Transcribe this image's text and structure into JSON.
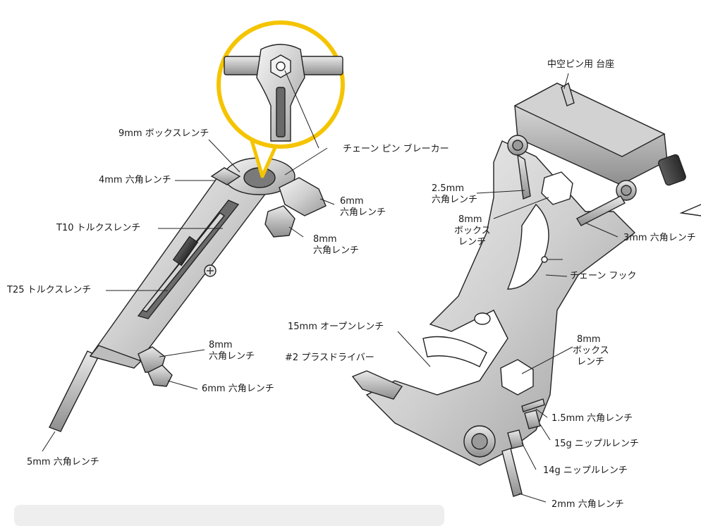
{
  "colors": {
    "highlight_ring": "#f5c400",
    "metal_light": "#e4e4e4",
    "metal_mid": "#b9b9b9",
    "metal_dark": "#6c6c6c",
    "outline": "#222222",
    "label": "#1a1a1a"
  },
  "left_tool": {
    "labels": {
      "box_9mm": "9mm ボックスレンチ",
      "hex_4mm": "4mm 六角レンチ",
      "torx_t10": "T10 トルクスレンチ",
      "torx_t25": "T25 トルクスレンチ",
      "hex_6mm_top_1": "6mm",
      "hex_6mm_top_2": "六角レンチ",
      "hex_8mm_top_1": "8mm",
      "hex_8mm_top_2": "六角レンチ",
      "hex_8mm_bottom_1": "8mm",
      "hex_8mm_bottom_2": "六角レンチ",
      "hex_6mm_bottom": "6mm 六角レンチ",
      "hex_5mm": "5mm 六角レンチ"
    }
  },
  "center": {
    "chain_pin_breaker": "チェーン ピン ブレーカー"
  },
  "right_tool": {
    "labels": {
      "hollow_pin_base": "中空ピン用 台座",
      "hex_2_5mm_1": "2.5mm",
      "hex_2_5mm_2": "六角レンチ",
      "box_8mm_top_1": "8mm",
      "box_8mm_top_2": "ボックス",
      "box_8mm_top_3": "レンチ",
      "hex_3mm": "3mm 六角レンチ",
      "chain_hook": "チェーン フック",
      "open_15mm": "15mm オープンレンチ",
      "phillips_2": "#2 プラスドライバー",
      "box_8mm_bottom_1": "8mm",
      "box_8mm_bottom_2": "ボックス",
      "box_8mm_bottom_3": "レンチ",
      "hex_1_5mm": "1.5mm 六角レンチ",
      "nipple_15g": "15g ニップルレンチ",
      "nipple_14g": "14g ニップルレンチ",
      "hex_2mm": "2mm 六角レンチ"
    }
  }
}
